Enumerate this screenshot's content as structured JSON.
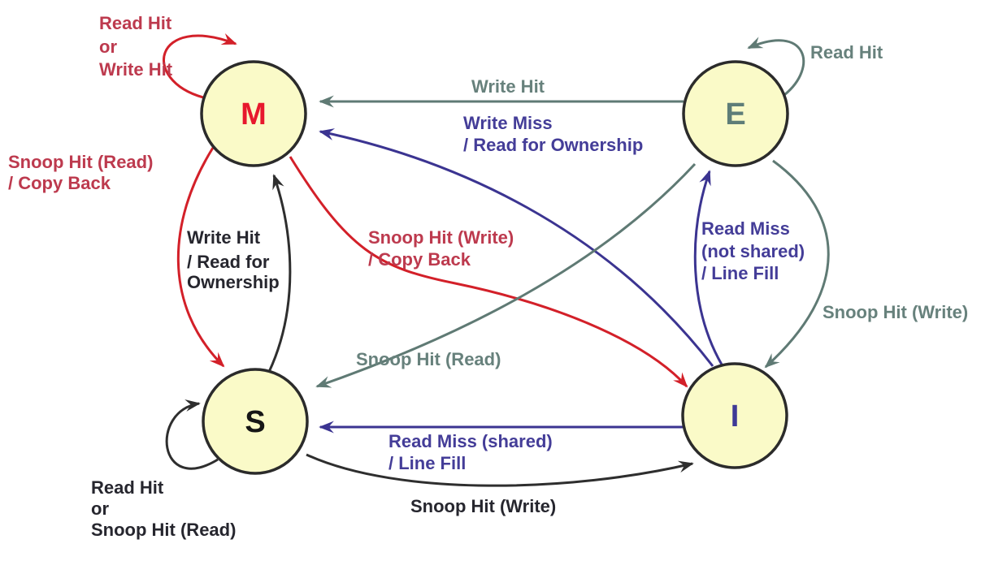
{
  "colors": {
    "node_fill": "#fafac8",
    "node_border": "#2b2b2b",
    "red_line": "#d32029",
    "red_label": "#bd3a4e",
    "gray_line": "#5f7a74",
    "gray_label": "#67817c",
    "indigo_line": "#3b3491",
    "indigo_label": "#443d98",
    "black_line": "#2e2e2e",
    "black_label": "#26262e"
  },
  "states": {
    "m": {
      "label": "M",
      "color": "#e7182d"
    },
    "e": {
      "label": "E",
      "color": "#5e7d78"
    },
    "s": {
      "label": "S",
      "color": "#161616"
    },
    "i": {
      "label": "I",
      "color": "#3e3a96"
    }
  },
  "transitions": {
    "m_self": {
      "from": "M",
      "to": "M",
      "label": "Read Hit or Write Hit",
      "lines": [
        "Read Hit",
        "or",
        "Write Hit"
      ]
    },
    "e_to_m": {
      "from": "E",
      "to": "M",
      "label": "Write Hit",
      "lines": [
        "Write Hit"
      ]
    },
    "i_to_m": {
      "from": "I",
      "to": "M",
      "label": "Write Miss / Read for Ownership",
      "lines": [
        "Write Miss",
        "/ Read for Ownership"
      ]
    },
    "e_self": {
      "from": "E",
      "to": "E",
      "label": "Read Hit",
      "lines": [
        "Read Hit"
      ]
    },
    "m_to_s": {
      "from": "M",
      "to": "S",
      "label": "Snoop Hit (Read) / Copy Back",
      "lines": [
        "Snoop Hit (Read)",
        "/ Copy Back"
      ]
    },
    "s_to_m": {
      "from": "S",
      "to": "M",
      "label": "Write Hit / Read for Ownership",
      "lines": [
        "Write Hit",
        "/ Read for",
        "Ownership"
      ]
    },
    "m_to_i": {
      "from": "M",
      "to": "I",
      "label": "Snoop Hit (Write) / Copy Back",
      "lines": [
        "Snoop Hit (Write)",
        "/ Copy Back"
      ]
    },
    "i_to_e": {
      "from": "I",
      "to": "E",
      "label": "Read Miss (not shared) / Line Fill",
      "lines": [
        "Read Miss",
        "(not shared)",
        "/ Line Fill"
      ]
    },
    "e_to_i": {
      "from": "E",
      "to": "I",
      "label": "Snoop Hit (Write)",
      "lines": [
        "Snoop Hit (Write)"
      ]
    },
    "e_to_s": {
      "from": "E",
      "to": "S",
      "label": "Snoop Hit (Read)",
      "lines": [
        "Snoop Hit (Read)"
      ]
    },
    "i_to_s": {
      "from": "I",
      "to": "S",
      "label": "Read Miss (shared) / Line Fill",
      "lines": [
        "Read Miss (shared)",
        "/ Line Fill"
      ]
    },
    "s_to_i": {
      "from": "S",
      "to": "I",
      "label": "Snoop Hit (Write)",
      "lines": [
        "Snoop Hit (Write)"
      ]
    },
    "s_self": {
      "from": "S",
      "to": "S",
      "label": "Read Hit or Snoop Hit (Read)",
      "lines": [
        "Read Hit",
        "or",
        "Snoop Hit (Read)"
      ]
    }
  }
}
